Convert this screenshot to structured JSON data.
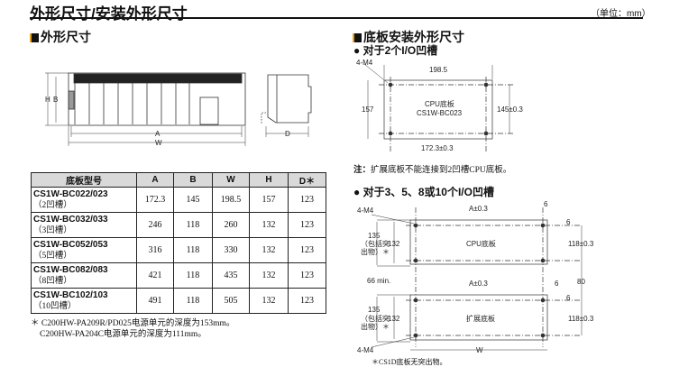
{
  "header": {
    "title": "外形尺寸/安装外形尺寸",
    "unit": "（单位：mm）"
  },
  "left": {
    "section_title": "外形尺寸",
    "drawing_labels": {
      "H": "H",
      "B": "B",
      "A": "A",
      "W": "W",
      "D": "D"
    },
    "table": {
      "headers": [
        "底板型号",
        "A",
        "B",
        "W",
        "H",
        "D＊"
      ],
      "rows": [
        {
          "model": "CS1W-BC022/023",
          "slots": "（2凹槽）",
          "A": "172.3",
          "B": "145",
          "W": "198.5",
          "H": "157",
          "D": "123"
        },
        {
          "model": "CS1W-BC032/033",
          "slots": "（3凹槽）",
          "A": "246",
          "B": "118",
          "W": "260",
          "H": "132",
          "D": "123"
        },
        {
          "model": "CS1W-BC052/053",
          "slots": "（5凹槽）",
          "A": "316",
          "B": "118",
          "W": "330",
          "H": "132",
          "D": "123"
        },
        {
          "model": "CS1W-BC082/083",
          "slots": "（8凹槽）",
          "A": "421",
          "B": "118",
          "W": "435",
          "H": "132",
          "D": "123"
        },
        {
          "model": "CS1W-BC102/103",
          "slots": "（10凹槽）",
          "A": "491",
          "B": "118",
          "W": "505",
          "H": "132",
          "D": "123"
        }
      ]
    },
    "footnotes": [
      "＊ C200HW-PA209R/PD025电源单元的深度为153mm。",
      "C200HW-PA204C电源单元的深度为111mm。"
    ]
  },
  "right": {
    "section_title": "底板安装外形尺寸",
    "two_slot": {
      "heading": "● 对于2个I/O凹槽",
      "screw": "4-M4",
      "width": "198.5",
      "height": "157",
      "hole_pitch_h": "145±0.3",
      "hole_pitch_w": "172.3±0.3",
      "board_line1": "CPU底板",
      "board_line2": "CS1W-BC023",
      "note_label": "注：",
      "note": "扩展底板不能连接到2凹槽CPU底板。"
    },
    "multi_slot": {
      "heading": "● 对于3、5、8或10个I/O凹槽",
      "screw": "4-M4",
      "pitch_a": "A±0.3",
      "six": "6",
      "pitch_118": "118±0.3",
      "gap_80": "80",
      "h135": "135",
      "h135_note1": "（包括突",
      "h135_note2": "出物）＊",
      "h132": "132",
      "min_gap": "66 min.",
      "cpu_board": "CPU底板",
      "exp_board": "扩展底板",
      "width": "W",
      "footnote": "＊CS1D底板无突出物。"
    }
  }
}
